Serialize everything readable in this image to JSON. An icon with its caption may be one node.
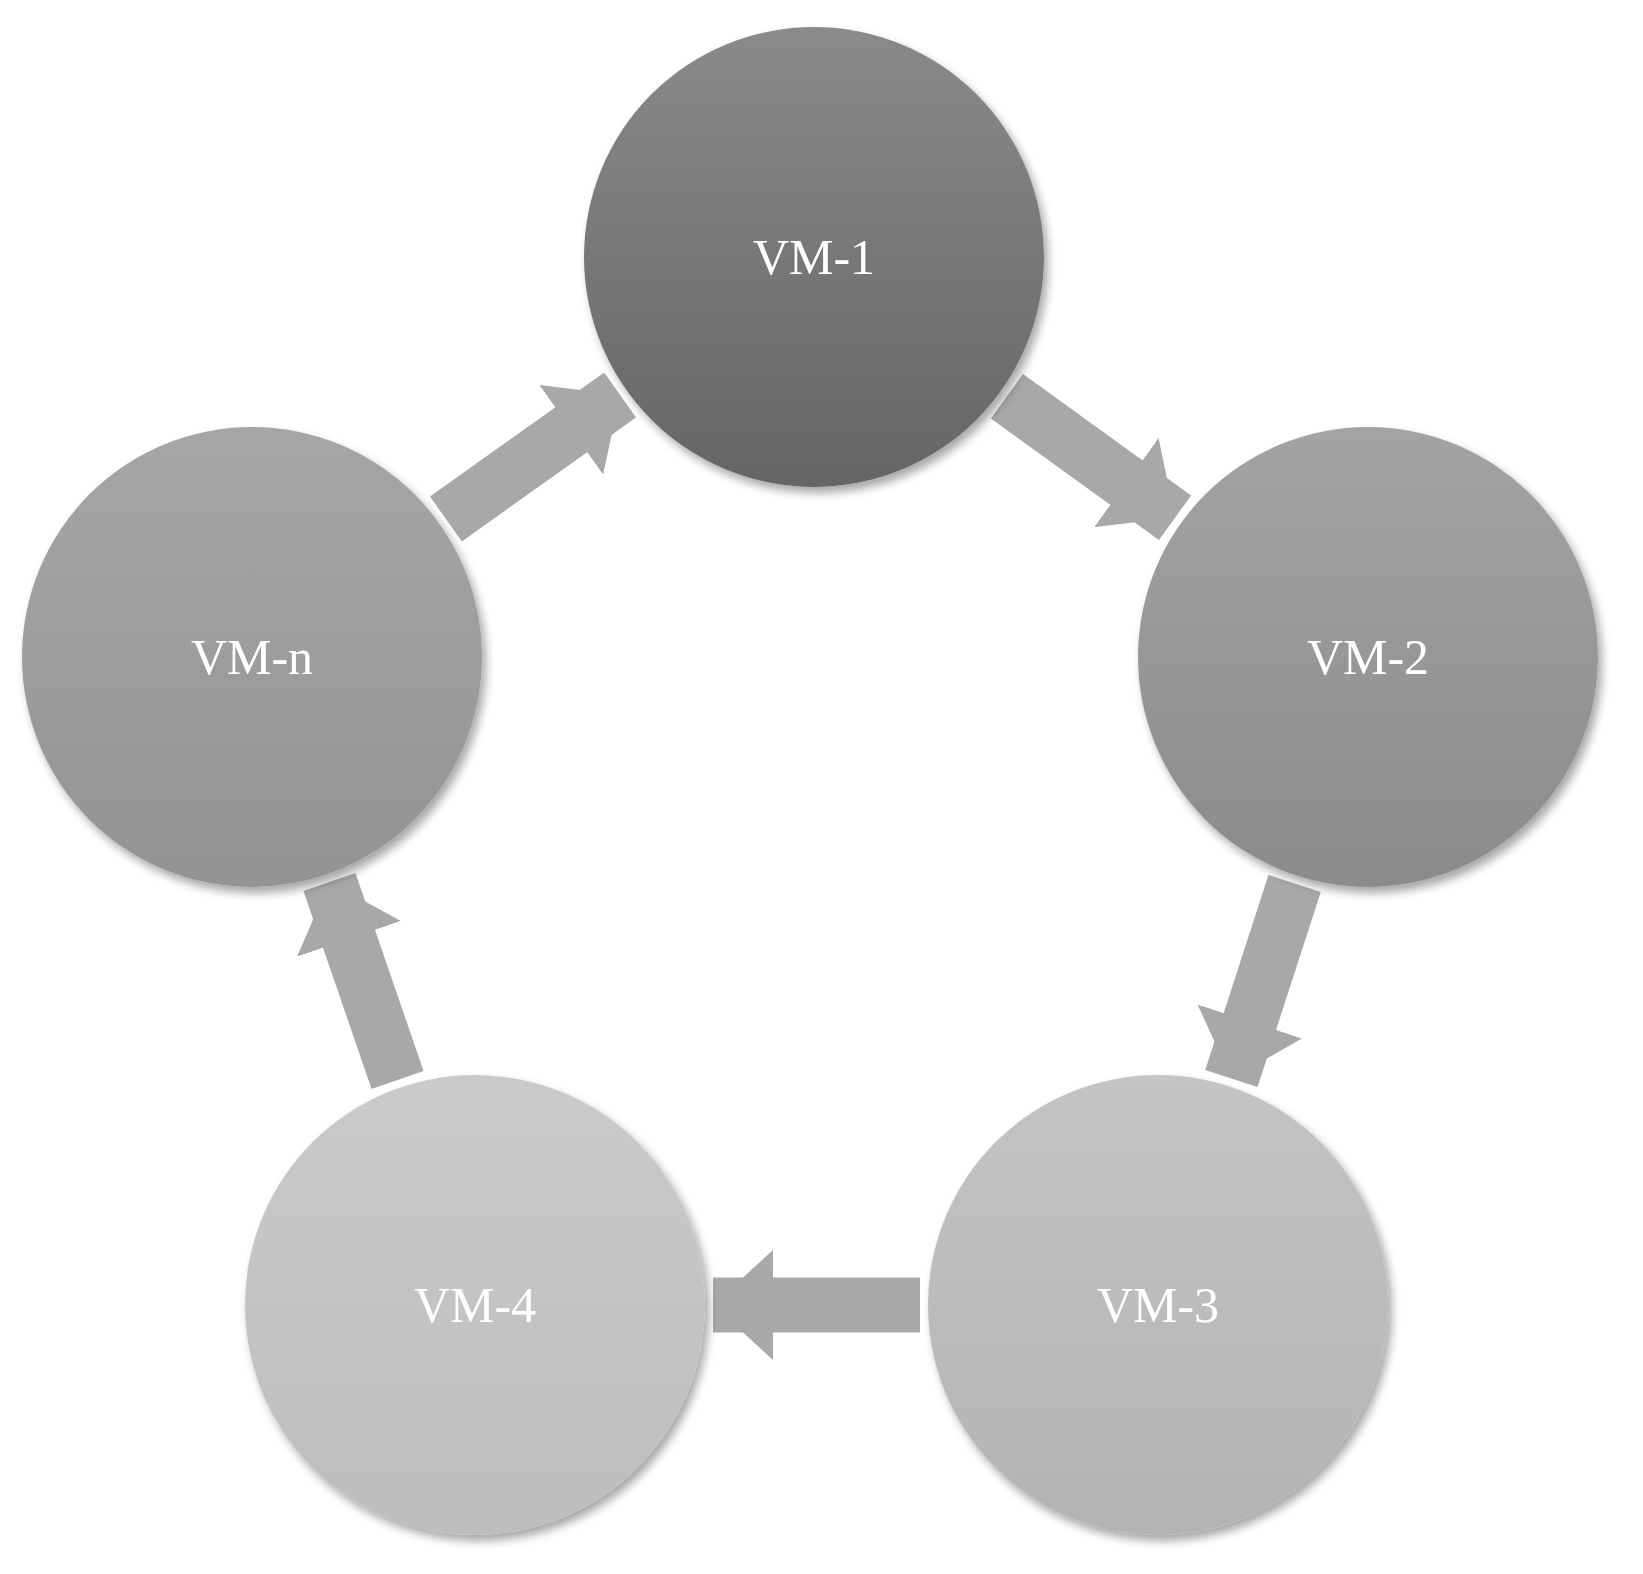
{
  "diagram": {
    "nodes": [
      {
        "text": [
          "VM-1"
        ]
      },
      {
        "text": [
          "VM-2"
        ]
      },
      {
        "text": [
          "VM-3"
        ]
      },
      {
        "text": [
          "VM-4"
        ]
      },
      {
        "text": [
          "VM-n"
        ]
      }
    ],
    "edges": [
      {
        "from": 0,
        "to": 1,
        "arrow": "to"
      },
      {
        "from": 1,
        "to": 2,
        "arrow": "to"
      },
      {
        "from": 2,
        "to": 3,
        "arrow": "to"
      },
      {
        "from": 3,
        "to": 4,
        "arrow": "to"
      },
      {
        "from": 4,
        "to": 0,
        "arrow": "to"
      }
    ]
  }
}
